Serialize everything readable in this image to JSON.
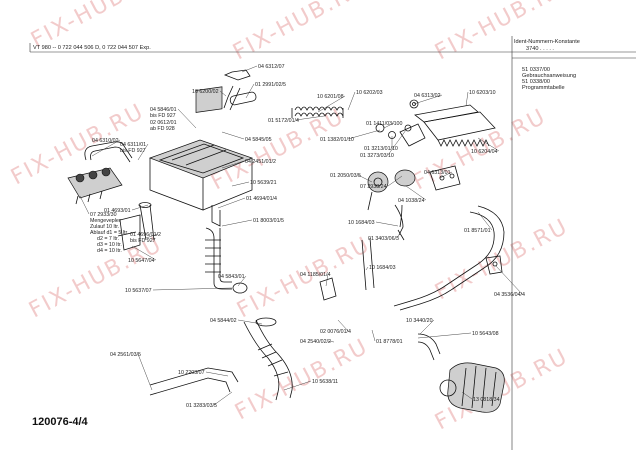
{
  "header": {
    "model_line": "VT 980 -- 0 722 044 506 D, 0 722 044 507 Exp.",
    "ident_title": "Ident-Nummern-Konstante",
    "ident_value": "3740 . . . . .",
    "docs": [
      "51 0337/00",
      "Gebrauchsanweisung",
      "51 0338/00",
      "Programmtabelle"
    ]
  },
  "footer": {
    "page_id": "120076-4/4"
  },
  "watermark": {
    "text": "FIX-HUB.RU",
    "color": "#e8a0a0"
  },
  "part_labels": [
    "04 6312/07",
    "10 6200/02",
    "01 2991/02/5",
    "10 6201/08",
    "10 6202/03",
    "04 6313/02",
    "10 6203/10",
    "04 5846/01",
    "bis FD 927",
    "02 0612/01",
    "ab FD 928",
    "01 5172/01/4",
    "01 1411/03/100",
    "04 6310/02",
    "04 6311/01",
    "bis FD 927",
    "04 5845/05",
    "01 1382/01/10",
    "01 3213/01/10",
    "01 3273/03/10",
    "10 6204/04",
    "04 2451/01/2",
    "01 2050/03/5",
    "07 2938/24",
    "04 6313/01",
    "10 5639/21",
    "01 4693/01",
    "01 4694/01/4",
    "04 1038/24",
    "07 2933/30",
    "Mengevepler",
    "Zulauf 10 ltr.",
    "Ablauf d1 = 5 ltr.",
    "d2 = 7 ltr.",
    "d3 = 10 ltr.",
    "d4 = 10 ltr.",
    "01 8003/01/5",
    "01 4696/01/2",
    "bis FD 927",
    "10 1684/03",
    "01 8571/01",
    "01 3403/06/3",
    "10 5647/04",
    "04 5843/01",
    "04 1185/01/4",
    "10 1684/03",
    "04 3536/04/4",
    "10 5637/07",
    "10 3440/20",
    "04 5844/02",
    "02 0076/01/4",
    "04 2540/02/2",
    "01 8778/01",
    "10 5643/08",
    "04 2561/03/5",
    "10 2203/07",
    "10 5638/11",
    "01 3283/03/5",
    "13 0818/34"
  ]
}
